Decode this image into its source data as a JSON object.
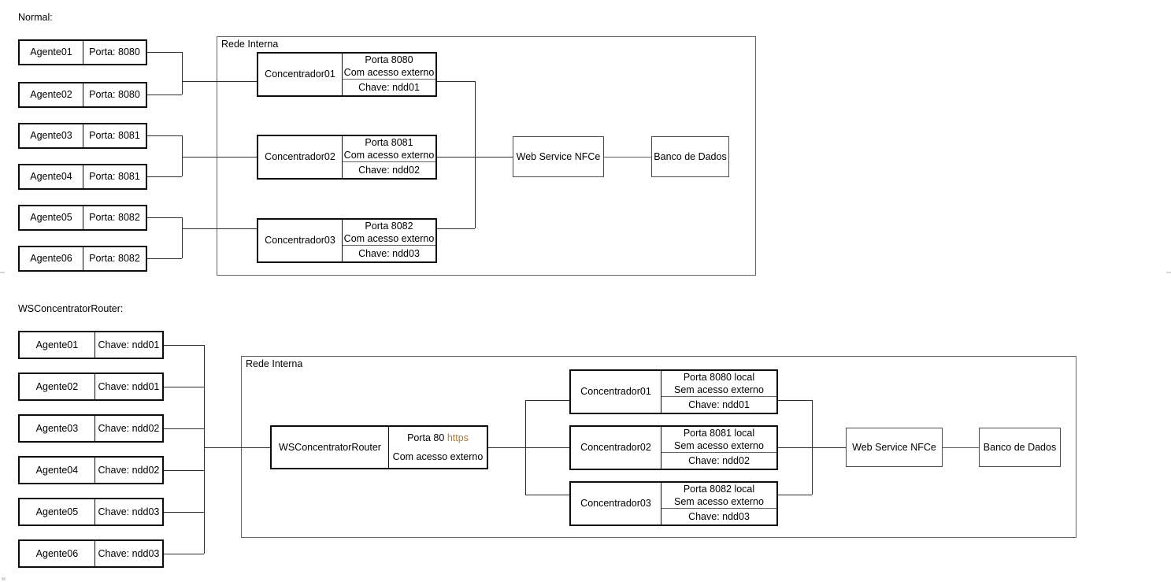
{
  "sections": [
    {
      "id": "normal",
      "caption": "Normal:",
      "zone_label": "Rede Interna",
      "agents": [
        {
          "name": "Agente01",
          "detail": "Porta: 8080"
        },
        {
          "name": "Agente02",
          "detail": "Porta: 8080"
        },
        {
          "name": "Agente03",
          "detail": "Porta: 8081"
        },
        {
          "name": "Agente04",
          "detail": "Porta: 8081"
        },
        {
          "name": "Agente05",
          "detail": "Porta: 8082"
        },
        {
          "name": "Agente06",
          "detail": "Porta: 8082"
        }
      ],
      "concentrators": [
        {
          "name": "Concentrador01",
          "port": "Porta 8080",
          "access": "Com acesso externo",
          "key": "Chave: ndd01"
        },
        {
          "name": "Concentrador02",
          "port": "Porta 8081",
          "access": "Com acesso externo",
          "key": "Chave: ndd02"
        },
        {
          "name": "Concentrador03",
          "port": "Porta 8082",
          "access": "Com acesso externo",
          "key": "Chave: ndd03"
        }
      ],
      "service": "Web Service NFCe",
      "database": "Banco de Dados"
    },
    {
      "id": "router",
      "caption": "WSConcentratorRouter:",
      "zone_label": "Rede Interna",
      "agents": [
        {
          "name": "Agente01",
          "detail": "Chave: ndd01"
        },
        {
          "name": "Agente02",
          "detail": "Chave: ndd01"
        },
        {
          "name": "Agente03",
          "detail": "Chave: ndd02"
        },
        {
          "name": "Agente04",
          "detail": "Chave: ndd02"
        },
        {
          "name": "Agente05",
          "detail": "Chave: ndd03"
        },
        {
          "name": "Agente06",
          "detail": "Chave: ndd03"
        }
      ],
      "router": {
        "name": "WSConcentratorRouter",
        "port_prefix": "Porta 80 ",
        "port_scheme": "https",
        "access": "Com acesso externo"
      },
      "concentrators": [
        {
          "name": "Concentrador01",
          "port": "Porta 8080 local",
          "access": "Sem acesso externo",
          "key": "Chave: ndd01"
        },
        {
          "name": "Concentrador02",
          "port": "Porta 8081 local",
          "access": "Sem acesso externo",
          "key": "Chave: ndd02"
        },
        {
          "name": "Concentrador03",
          "port": "Porta 8082 local",
          "access": "Sem acesso externo",
          "key": "Chave: ndd03"
        }
      ],
      "service": "Web Service NFCe",
      "database": "Banco de Dados"
    }
  ],
  "colors": {
    "stroke_dark": "#0d0d0d",
    "stroke_light": "#63656a",
    "accent": "#c47a12",
    "background": "#ffffff"
  }
}
